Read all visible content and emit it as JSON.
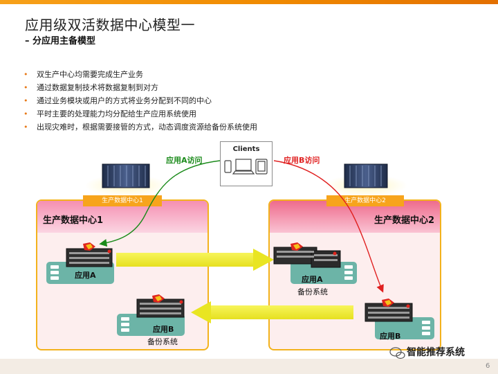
{
  "slide": {
    "title": "应用级双活数据中心模型一",
    "subtitle": "– 分应用主备模型",
    "bullets": [
      "双生产中心均需要完成生产业务",
      "通过数据复制技术将数据复制到对方",
      "通过业务模块或用户的方式将业务分配到不同的中心",
      "平时主要的处理能力均分配给生产应用系统使用",
      "出现灾难时，根据需要接管的方式，动态调度资源给备份系统使用"
    ],
    "page_number": "6",
    "footer_brand": "智能推荐系统"
  },
  "diagram": {
    "clients_label": "Clients",
    "access_a_label": "应用A访问",
    "access_b_label": "应用B访问",
    "dc1": {
      "tab": "生产数据中心1",
      "name": "生产数据中心1",
      "app_primary": "应用A",
      "app_backup": "应用B",
      "backup_label": "备份系统"
    },
    "dc2": {
      "tab": "生产数据中心2",
      "name": "生产数据中心2",
      "app_backup": "应用A",
      "backup_label": "备份系统",
      "app_primary": "应用B"
    },
    "colors": {
      "accent": "#f08a00",
      "frame": "#f3b21c",
      "access_a": "#1a8a1a",
      "access_b": "#e02020",
      "replication": "#f2ef2a",
      "app_tile": "#6cb4a7"
    }
  }
}
